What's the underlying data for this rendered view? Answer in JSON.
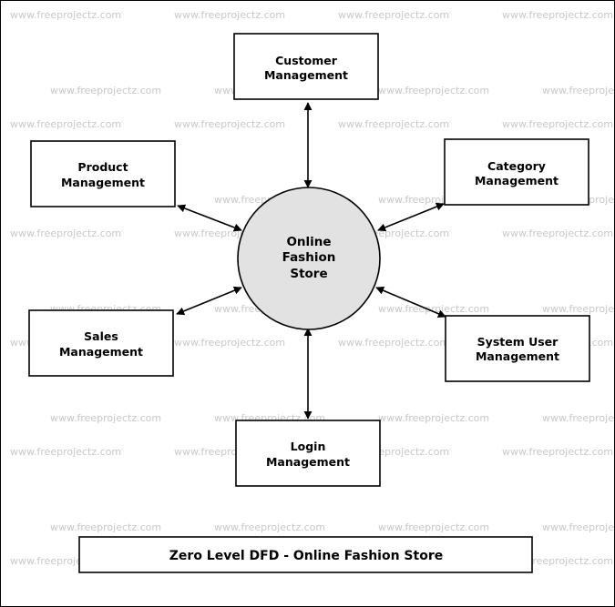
{
  "watermark": "www.freeprojectz.com",
  "center_process": {
    "lines": [
      "Online",
      "Fashion",
      "Store"
    ]
  },
  "entities": {
    "customer": {
      "lines": [
        "Customer",
        "Management"
      ]
    },
    "product": {
      "lines": [
        "Product",
        "Management"
      ]
    },
    "category": {
      "lines": [
        "Category",
        "Management"
      ]
    },
    "sales": {
      "lines": [
        "Sales",
        "Management"
      ]
    },
    "system_user": {
      "lines": [
        "System User",
        "Management"
      ]
    },
    "login": {
      "lines": [
        "Login",
        "Management"
      ]
    }
  },
  "caption": "Zero Level DFD - Online Fashion Store",
  "colors": {
    "process_fill": "#e2e2e2",
    "stroke": "#000000",
    "watermark": "#c8c8c8"
  }
}
